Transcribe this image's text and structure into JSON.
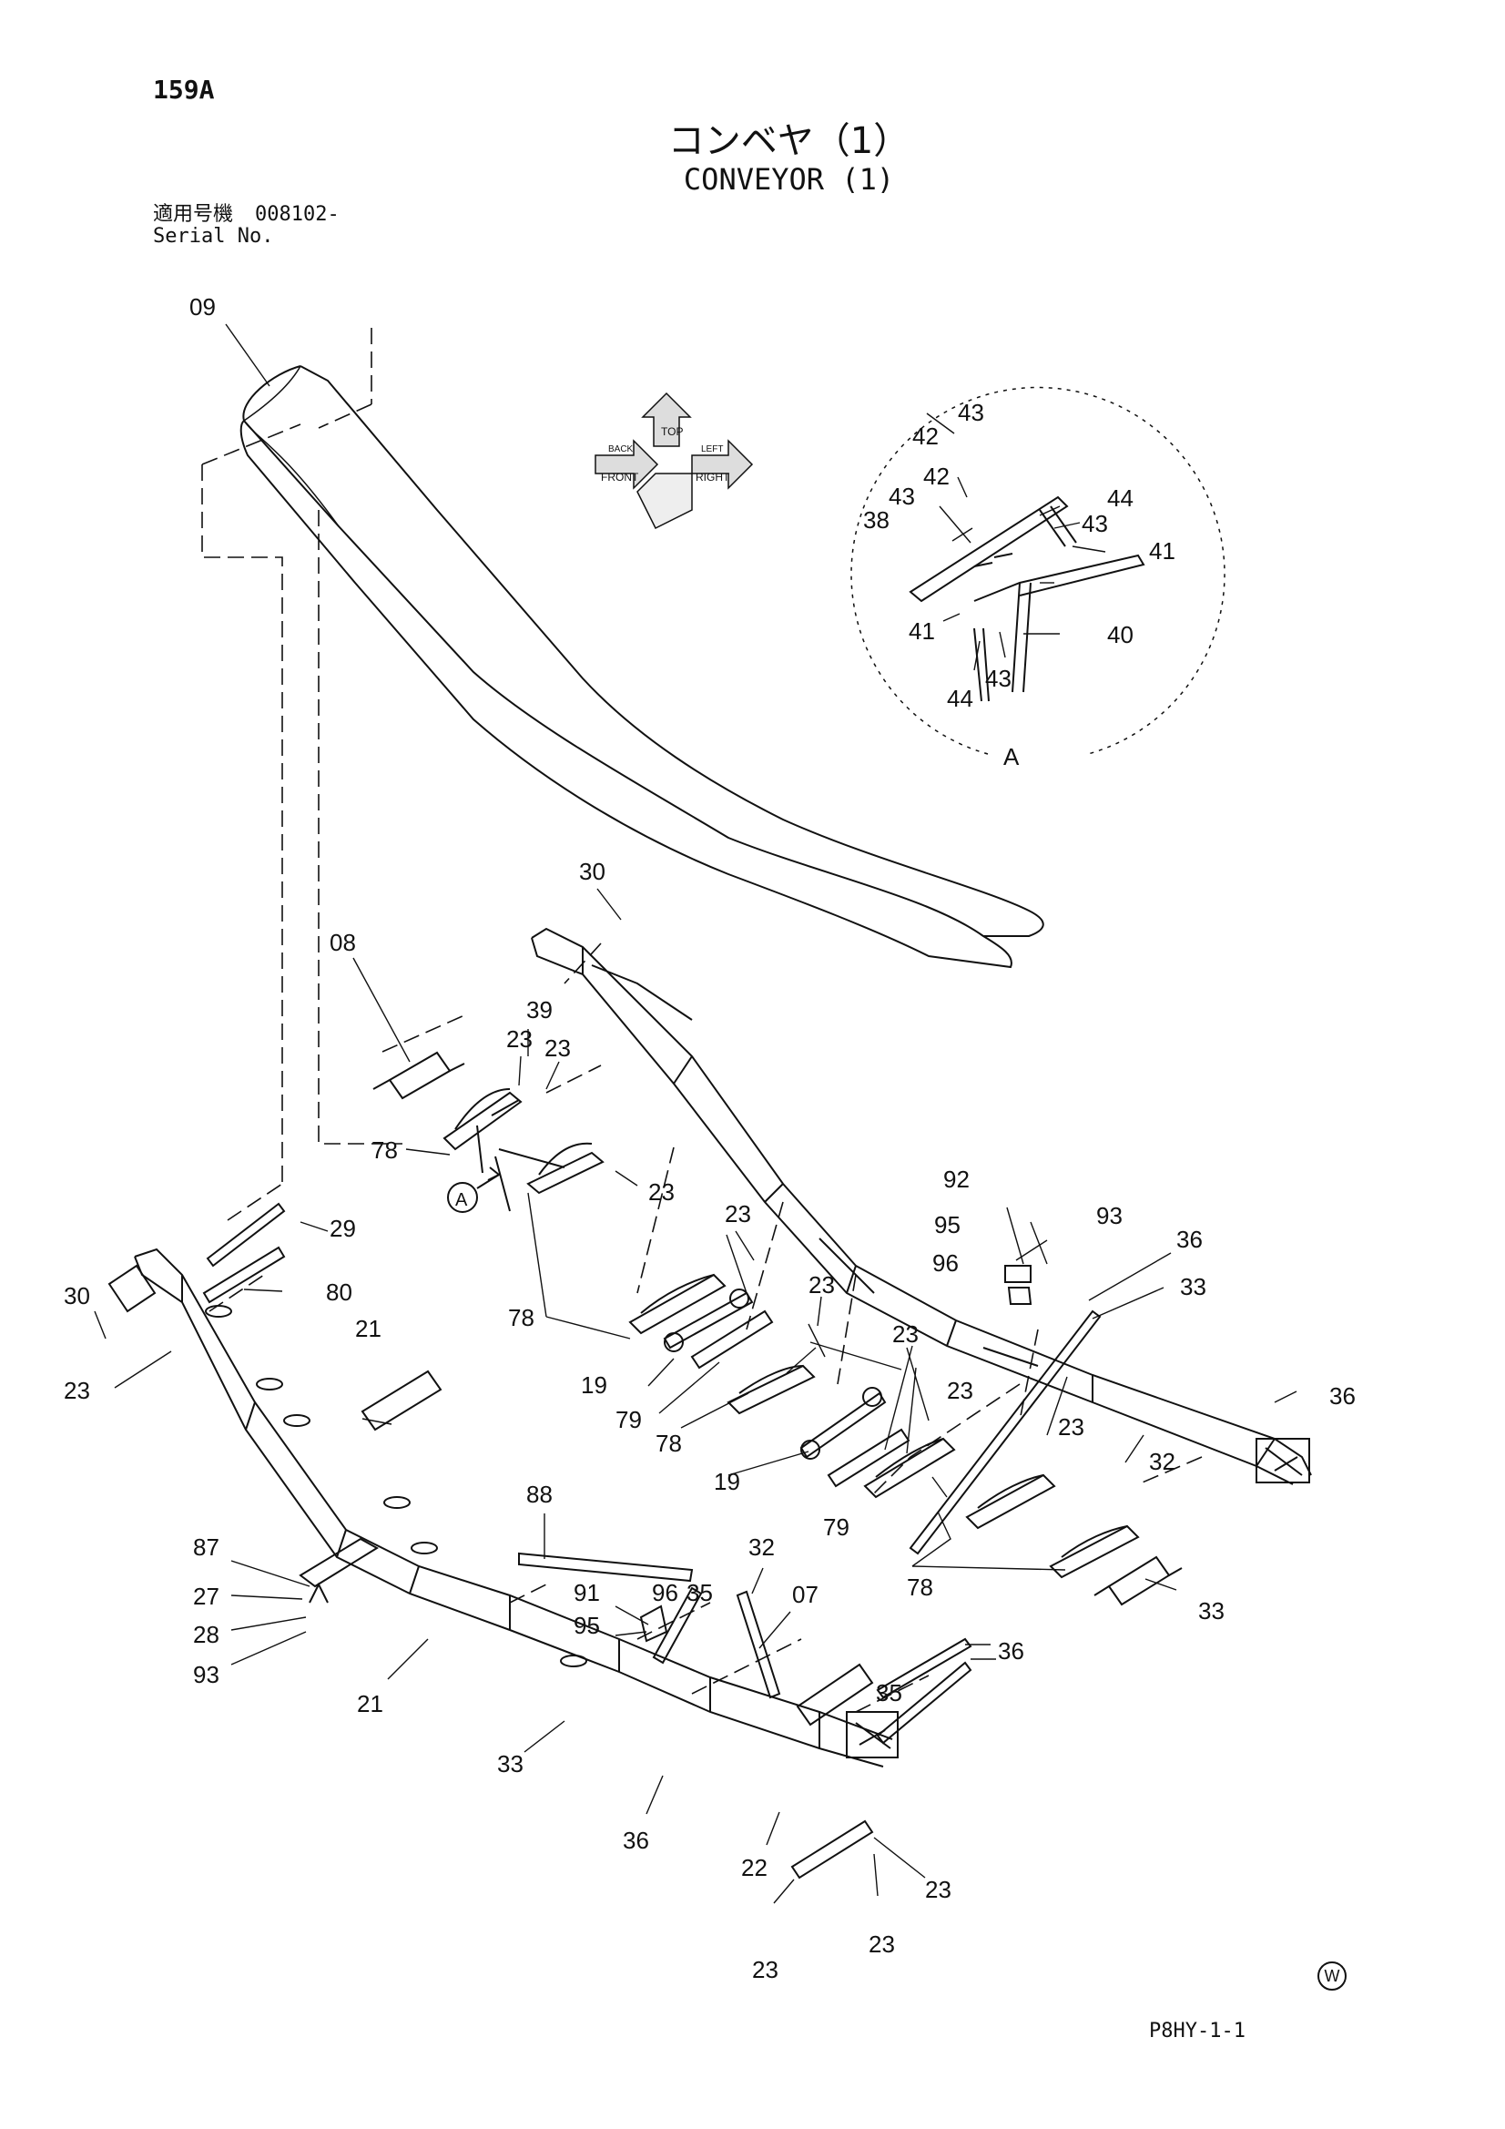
{
  "header": {
    "page_id": "159A",
    "title_jp": "コンベヤ（1）",
    "title_en": "CONVEYOR (1)",
    "serial_jp_label": "適用号機",
    "serial_value": "008102-",
    "serial_en_label": "Serial No."
  },
  "orientation_icon": {
    "labels": [
      "TOP",
      "FRONT",
      "RIGHT",
      "BACK",
      "LEFT"
    ]
  },
  "detail_view": {
    "label": "A",
    "callouts": [
      "43",
      "42",
      "42",
      "43",
      "44",
      "43",
      "38",
      "41",
      "41",
      "40",
      "44",
      "43"
    ]
  },
  "detail_marker": "A",
  "callouts": [
    "09",
    "30",
    "08",
    "39",
    "23",
    "23",
    "78",
    "23",
    "29",
    "30",
    "80",
    "21",
    "23",
    "23",
    "78",
    "23",
    "19",
    "79",
    "78",
    "23",
    "19",
    "92",
    "93",
    "95",
    "96",
    "36",
    "33",
    "36",
    "23",
    "23",
    "79",
    "78",
    "32",
    "88",
    "87",
    "27",
    "28",
    "93",
    "91",
    "95",
    "96",
    "35",
    "32",
    "07",
    "33",
    "21",
    "35",
    "36",
    "33",
    "36",
    "22",
    "23",
    "23"
  ],
  "footer": {
    "drawing_code": "P8HY-1-1",
    "mark": "W"
  }
}
